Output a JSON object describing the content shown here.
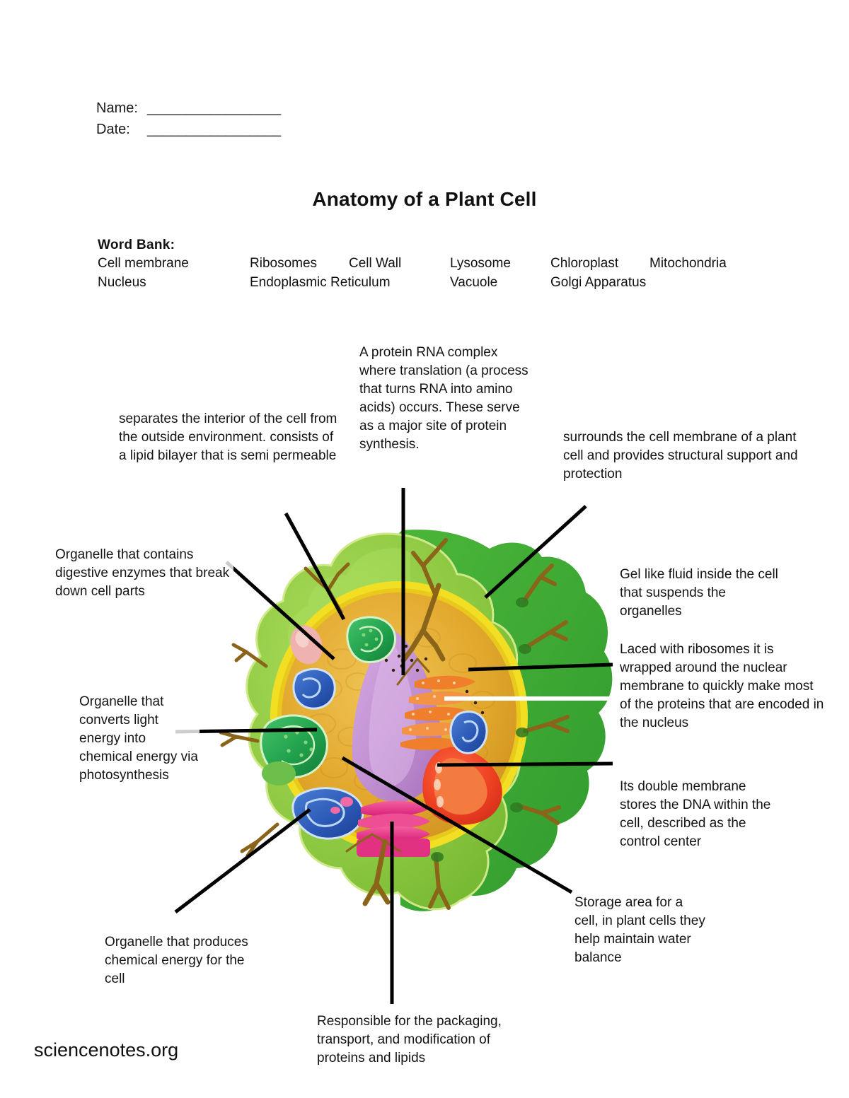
{
  "header": {
    "name_label": "Name:",
    "date_label": "Date:",
    "name_rule": "_________________",
    "date_rule": "_________________"
  },
  "title": "Anatomy of a Plant Cell",
  "word_bank": {
    "heading": "Word Bank:",
    "row1": [
      "Cell membrane",
      "Ribosomes",
      "Cell Wall",
      "Lysosome",
      "Chloroplast",
      "Mitochondria"
    ],
    "row2": [
      "Nucleus",
      "Endoplasmic Reticulum",
      "Vacuole",
      "Golgi Apparatus"
    ]
  },
  "callouts": {
    "ribosome": "A protein RNA complex where translation (a process that turns RNA into amino acids) occurs. These serve as a major site of protein synthesis.",
    "cell_membrane": "separates the interior of the cell from the outside environment. consists of a lipid bilayer that is semi permeable",
    "cell_wall": "surrounds the cell membrane of a plant cell and provides structural support and protection",
    "lysosome": "Organelle that contains digestive enzymes that break down cell parts",
    "cytoplasm": "Gel like fluid inside the cell that suspends the organelles",
    "endoplasmic_reticulum": "Laced with ribosomes it is wrapped around the nuclear membrane to quickly make most of the proteins that are encoded in the nucleus",
    "chloroplast": "Organelle that converts light energy into chemical energy via photosynthesis",
    "nucleus": "Its double membrane stores the DNA within the cell, described as the control center",
    "vacuole": "Storage area for a cell, in plant cells they help maintain water balance",
    "mitochondria": "Organelle that produces chemical energy for the cell",
    "golgi": "Responsible for the packaging, transport, and modification of proteins and lipids"
  },
  "footer": {
    "logo": "sciencenotes.org"
  },
  "colors": {
    "cell_wall_light": "#8cc63f",
    "cell_wall_mid": "#7ac143",
    "cell_wall_dark": "#3faa35",
    "membrane_yellow": "#f2df23",
    "cytoplasm": "#e2a72c",
    "cytoplasm_light": "#edbb45",
    "vacuole": "#c08fd0",
    "nucleus": "#ef4123",
    "nucleolus": "#f47b3f",
    "golgi": "#ec3a8b",
    "mitochondria": "#2a57b5",
    "chloroplast": "#1f9e4a",
    "er": "#ef7f2a",
    "lysosome": "#efb2ae",
    "plasmodesmata": "#8a6418",
    "leader_line": "#000000",
    "er_leader_line": "#ffffff"
  }
}
